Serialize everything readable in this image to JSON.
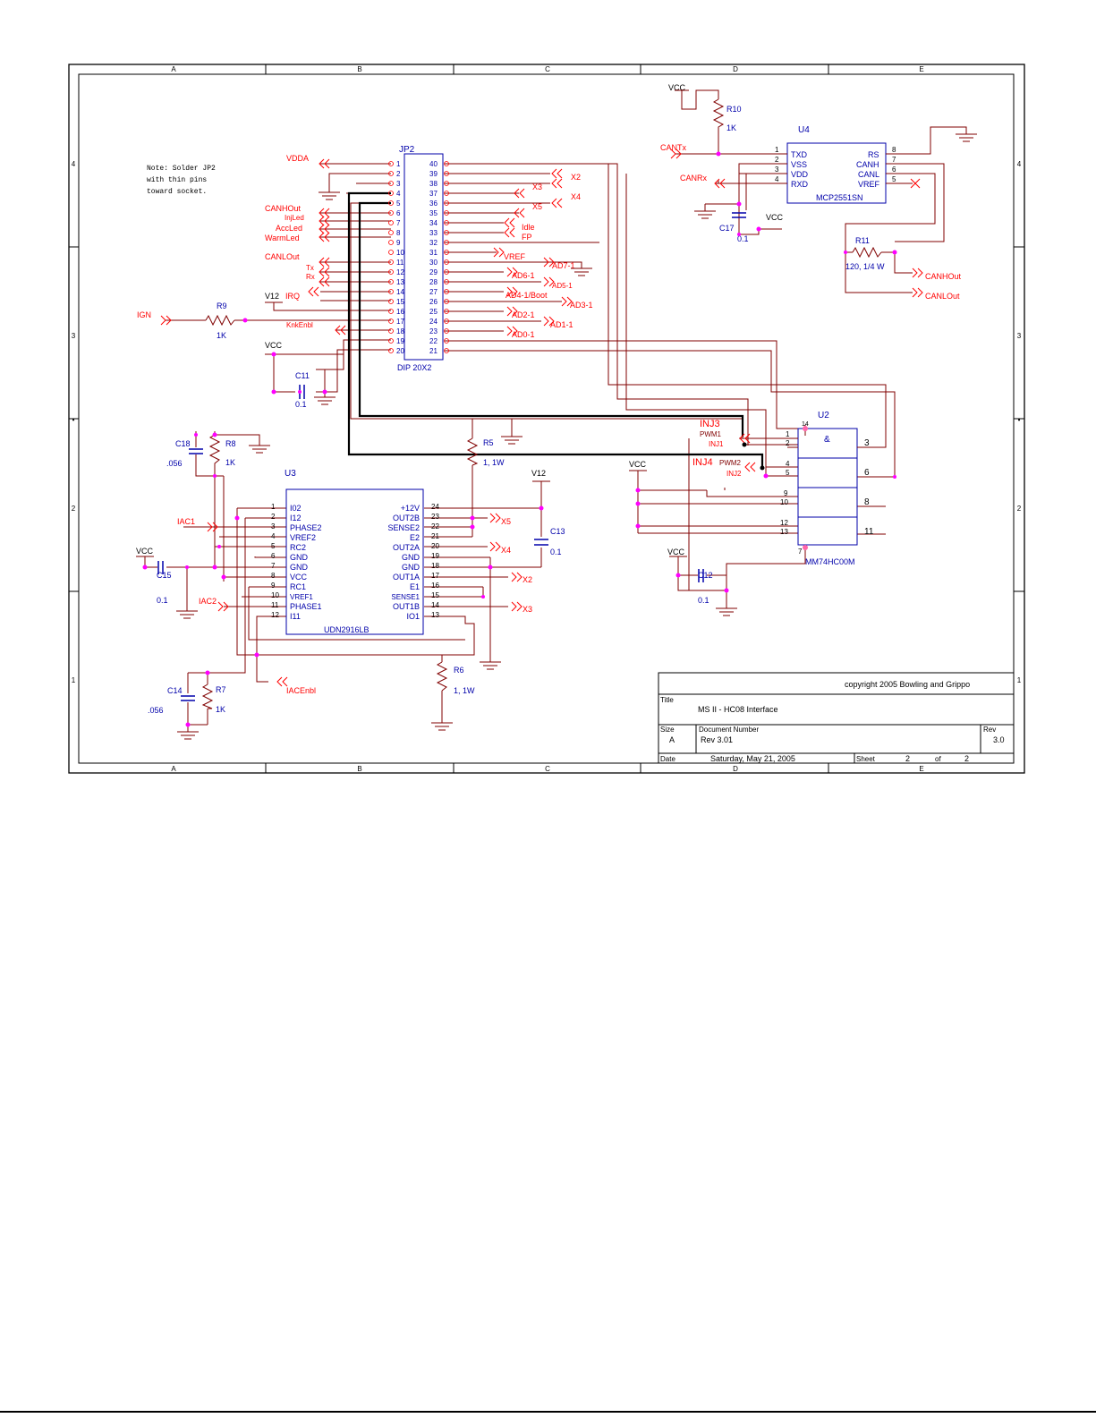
{
  "colors": {
    "wire": "#800000",
    "net": "#ff0000",
    "part": "#0000aa",
    "junction": "#ff00ff",
    "frame": "#000000"
  },
  "frame": {
    "cols": [
      "A",
      "B",
      "C",
      "D",
      "E"
    ],
    "rows": [
      "4",
      "3",
      "2",
      "1"
    ],
    "row_marks": [
      "4",
      "3",
      "•",
      "2",
      "1"
    ]
  },
  "note": [
    "Note: Solder JP2",
    "with thin pins",
    "toward socket."
  ],
  "titleblock": {
    "copyright": "copyright 2005 Bowling and Grippo",
    "title_label": "Title",
    "title": "MS II - HC08 Interface",
    "size_label": "Size",
    "size": "A",
    "docnum_label": "Document Number",
    "docnum": "Rev 3.01",
    "rev_label": "Rev",
    "rev": "3.0",
    "date_label": "Date",
    "date": "Saturday, May 21, 2005",
    "sheet_label": "Sheet",
    "sheet": "2",
    "of_label": "of",
    "sheets": "2"
  },
  "jp2": {
    "ref": "JP2",
    "value": "DIP 20X2",
    "left_pins": [
      "1",
      "2",
      "3",
      "4",
      "5",
      "6",
      "7",
      "8",
      "9",
      "10",
      "11",
      "12",
      "13",
      "14",
      "15",
      "16",
      "17",
      "18",
      "19",
      "20"
    ],
    "right_pins": [
      "40",
      "39",
      "38",
      "37",
      "36",
      "35",
      "34",
      "33",
      "32",
      "31",
      "30",
      "29",
      "28",
      "27",
      "26",
      "25",
      "24",
      "23",
      "22",
      "21"
    ],
    "left_nets": {
      "vdda": "VDDA",
      "canhout": "CANHOut",
      "injled": "InjLed",
      "accled": "AccLed",
      "warmled": "WarmLed",
      "canlout": "CANLOut",
      "tx": "Tx",
      "rx": "Rx",
      "v12": "V12",
      "irq": "IRQ",
      "knkenbl": "KnkEnbl",
      "ign": "IGN"
    },
    "right_nets": {
      "x2": "X2",
      "x3": "X3",
      "x4": "X4",
      "x5": "X5",
      "idle": "Idle",
      "fp": "FP",
      "vref": "VREF",
      "ad7": "AD7-1",
      "ad6": "AD6-1",
      "ad5": "AD5-1",
      "ad4": "AD4-1/Boot",
      "ad3": "AD3-1",
      "ad2": "AD2-1",
      "ad1": "AD1-1",
      "ad0": "AD0-1"
    }
  },
  "r9": {
    "ref": "R9",
    "value": "1K"
  },
  "vcc_label": "VCC",
  "c11": {
    "ref": "C11",
    "value": "0.1"
  },
  "r10": {
    "ref": "R10",
    "value": "1K"
  },
  "u4": {
    "ref": "U4",
    "value": "MCP2551SN",
    "left_pins": [
      {
        "n": "1",
        "name": "TXD"
      },
      {
        "n": "2",
        "name": "VSS"
      },
      {
        "n": "3",
        "name": "VDD"
      },
      {
        "n": "4",
        "name": "RXD"
      }
    ],
    "right_pins": [
      {
        "n": "8",
        "name": "RS"
      },
      {
        "n": "7",
        "name": "CANH"
      },
      {
        "n": "6",
        "name": "CANL"
      },
      {
        "n": "5",
        "name": "VREF"
      }
    ],
    "cantx": "CANTx",
    "canrx": "CANRx"
  },
  "c17": {
    "ref": "C17",
    "value": "0.1"
  },
  "r11": {
    "ref": "R11",
    "value": "120, 1/4 W"
  },
  "canhout2": "CANHOut",
  "canlout2": "CANLOut",
  "r8": {
    "ref": "R8",
    "value": "1K"
  },
  "c18": {
    "ref": "C18",
    "value": ".056"
  },
  "r5": {
    "ref": "R5",
    "value": "1, 1W"
  },
  "u3": {
    "ref": "U3",
    "value": "UDN2916LB",
    "left_pins": [
      {
        "n": "1",
        "name": "I02"
      },
      {
        "n": "2",
        "name": "I12"
      },
      {
        "n": "3",
        "name": "PHASE2"
      },
      {
        "n": "4",
        "name": "VREF2"
      },
      {
        "n": "5",
        "name": "RC2"
      },
      {
        "n": "6",
        "name": "GND"
      },
      {
        "n": "7",
        "name": "GND"
      },
      {
        "n": "8",
        "name": "VCC"
      },
      {
        "n": "9",
        "name": "RC1"
      },
      {
        "n": "10",
        "name": "VREF1"
      },
      {
        "n": "11",
        "name": "PHASE1"
      },
      {
        "n": "12",
        "name": "I11"
      }
    ],
    "right_pins": [
      {
        "n": "24",
        "name": "+12V"
      },
      {
        "n": "23",
        "name": "OUT2B"
      },
      {
        "n": "22",
        "name": "SENSE2"
      },
      {
        "n": "21",
        "name": "E2"
      },
      {
        "n": "20",
        "name": "OUT2A"
      },
      {
        "n": "19",
        "name": "GND"
      },
      {
        "n": "18",
        "name": "GND"
      },
      {
        "n": "17",
        "name": "OUT1A"
      },
      {
        "n": "16",
        "name": "E1"
      },
      {
        "n": "15",
        "name": "SENSE1"
      },
      {
        "n": "14",
        "name": "OUT1B"
      },
      {
        "n": "13",
        "name": "IO1"
      }
    ]
  },
  "iac1": "IAC1",
  "iac2": "IAC2",
  "iacenbl": "IACEnbl",
  "c15": {
    "ref": "C15",
    "value": "0.1"
  },
  "c14": {
    "ref": "C14",
    "value": ".056"
  },
  "r7": {
    "ref": "R7",
    "value": "1K"
  },
  "r6": {
    "ref": "R6",
    "value": "1, 1W"
  },
  "v12b": "V12",
  "c13": {
    "ref": "C13",
    "value": "0.1"
  },
  "u3_nets": {
    "x5": "X5",
    "x4": "X4",
    "x2": "X2",
    "x3": "X3"
  },
  "u2": {
    "ref": "U2",
    "value": "MM74HC00M",
    "amp": "&",
    "pins": {
      "p1": "1",
      "p2": "2",
      "p3": "3",
      "p4": "4",
      "p5": "5",
      "p6": "6",
      "p9": "9",
      "p10": "10",
      "p8": "8",
      "p12": "12",
      "p13": "13",
      "p11": "11",
      "p14": "14",
      "p7": "7"
    },
    "inj3": "INJ3",
    "pwm1": "PWM1",
    "inj1": "INJ1",
    "inj4": "INJ4",
    "pwm2": "PWM2",
    "inj2": "INJ2"
  },
  "c12": {
    "ref": "C12",
    "value": "0.1"
  }
}
